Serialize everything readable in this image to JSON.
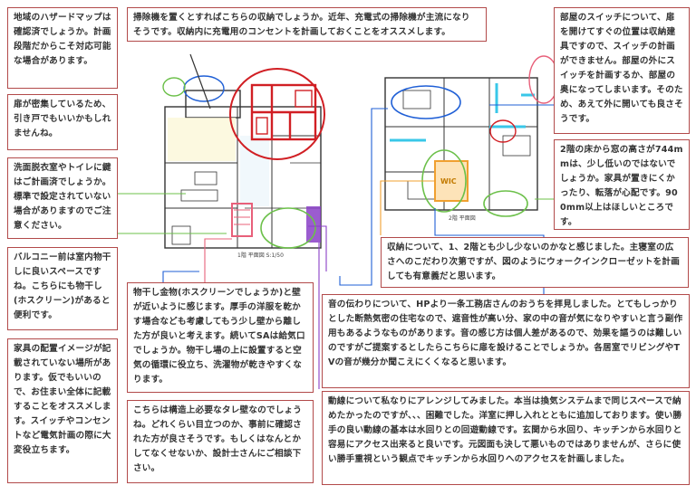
{
  "notes": {
    "hazard_map": "地域のハザードマップは確認済でしょうか。計画段階だからこそ対応可能な場合があります。",
    "sliding_door": "扉が密集しているため、引き戸でもいいかもしれませんね。",
    "lock": "洗面脱衣室やトイレに鍵はご計画済でしょうか。標準で設定されていない場合がありますのでご注意ください。",
    "balcony": "バルコニー前は室内物干しに良いスペースですね。こちらにも物干し(ホスクリーン)があると便利です。",
    "furniture": "家具の配置イメージが記載されていない場所があります。仮でもいいので、お住まい全体に記載することをオススメします。スイッチやコンセントなど電気計画の際に大変役立ちます。",
    "vacuum": "掃除機を置くとすればこちらの収納でしょうか。近年、充電式の掃除機が主流になりそうです。収納内に充電用のコンセントを計画しておくことをオススメします。",
    "switch": "部屋のスイッチについて、扉を開けてすぐの位置は収納建具ですので、スイッチの計画ができません。部屋の外にスイッチを計画するか、部屋の奥になってしまいます。そのため、あえて外に開いても良さそうです。",
    "window_height": "2階の床から窓の高さが744mmは、少し低いのではないでしょうか。家具が置きにくかったり、転落が心配です。900mm以上はほしいところです。",
    "storage": "収納について、1、2階とも少し少ないのかなと感じました。主寝室の広さへのこだわり次第ですが、図のようにウォークインクローゼットを計画しても有意義だと思います。",
    "drying": "物干し金物(ホスクリーンでしょうか)と壁が近いように感じます。厚手の洋服を乾かす場合なども考慮してもう少し壁から離した方が良いと考えます。続いてSAは給気口でしょうか。物干し場の上に設置すると空気の循環に役立ち、洗濯物が乾きやすくなります。",
    "pillar": "こちらは構造上必要なタレ壁なのでしょうね。どれくらい目立つのか、事前に確認された方が良さそうです。もしくはなんとかしてなくせないか、設計士さんにご相談下さい。",
    "sound": "音の伝わりについて、HPより一条工務店さんのおうちを拝見しました。とてもしっかりとした断熱気密の住宅なので、遮音性が高い分、家の中の音が気になりやすいと言う副作用もあるようなものがあります。音の感じ方は個人差があるので、効果を謳うのは難しいのですがご提案するとしたらこちらに扉を設けることでしょうか。各居室でリビングやTVの音が幾分か聞こえにくくなると思います。",
    "circulation": "動線について私なりにアレンジしてみました。本当は換気システムまで同じスペースで納めたかったのですが、、、困難でした。洋室に押し入れとともに追加しております。使い勝手の良い動線の基本は水回りとの回遊動線です。玄関から水回り、キッチンから水回りと容易にアクセス出来ると良いです。元図面も決して悪いものではありませんが、さらに使い勝手重視という観点でキッチンから水回りへのアクセスを計画しました。"
  },
  "plan_labels": {
    "floor1": "1階 平面図 S:1/50",
    "floor2": "2階 平面図",
    "wic": "WIC"
  },
  "colors": {
    "accent": "#c9262d",
    "note_border": "#b24a4a",
    "blue": "#1f5fd6",
    "green": "#6cc04a",
    "purple": "#8a3fc7",
    "cyan": "#39c7e8",
    "orange": "#f0a030",
    "pink": "#e8607a"
  }
}
